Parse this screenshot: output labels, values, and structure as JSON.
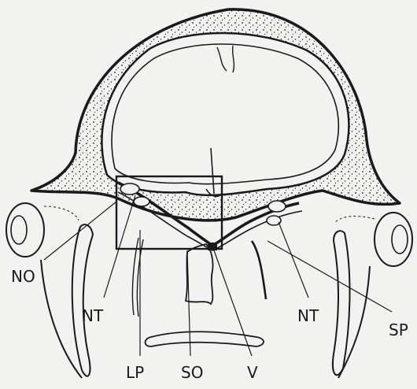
{
  "colors": {
    "paper": "#f2f2f0",
    "ink": "#1a1a1a"
  },
  "labels": {
    "no": "NO",
    "nt_left": "NT",
    "lp": "LP",
    "so": "SO",
    "v": "V",
    "nt_right": "NT",
    "sp": "SP"
  }
}
